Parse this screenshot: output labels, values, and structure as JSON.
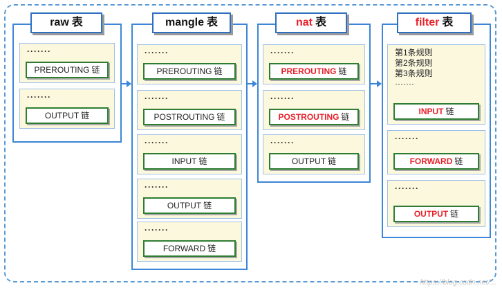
{
  "tables": [
    {
      "name": "raw",
      "suffix": "表",
      "name_color": "black",
      "chains": [
        {
          "dots": "·······",
          "name": "PREROUTING",
          "suffix": "链",
          "red": false
        },
        {
          "dots": "·······",
          "name": "OUTPUT",
          "suffix": "链",
          "red": false
        }
      ]
    },
    {
      "name": "mangle",
      "suffix": "表",
      "name_color": "black",
      "chains": [
        {
          "dots": "·······",
          "name": "PREROUTING",
          "suffix": "链",
          "red": false
        },
        {
          "dots": "·······",
          "name": "POSTROUTING",
          "suffix": "链",
          "red": false
        },
        {
          "dots": "·······",
          "name": "INPUT",
          "suffix": "链",
          "red": false
        },
        {
          "dots": "·······",
          "name": "OUTPUT",
          "suffix": "链",
          "red": false
        },
        {
          "dots": "·······",
          "name": "FORWARD",
          "suffix": "链",
          "red": false
        }
      ]
    },
    {
      "name": "nat",
      "suffix": "表",
      "name_color": "red",
      "chains": [
        {
          "dots": "·······",
          "name": "PREROUTING",
          "suffix": "链",
          "red": true
        },
        {
          "dots": "·······",
          "name": "POSTROUTING",
          "suffix": "链",
          "red": true
        },
        {
          "dots": "·······",
          "name": "OUTPUT",
          "suffix": "链",
          "red": false
        }
      ]
    },
    {
      "name": "filter",
      "suffix": "表",
      "name_color": "red",
      "chains": [
        {
          "rules": [
            "第1条规则",
            "第2条规则",
            "第3条规则",
            "·······"
          ],
          "name": "INPUT",
          "suffix": "链",
          "red": true
        },
        {
          "dots": "·······",
          "name": "FORWARD",
          "suffix": "链",
          "red": true
        },
        {
          "dots": "·······",
          "name": "OUTPUT",
          "suffix": "链",
          "red": true
        }
      ]
    }
  ],
  "watermark": "https://blog.csdn.net/..."
}
